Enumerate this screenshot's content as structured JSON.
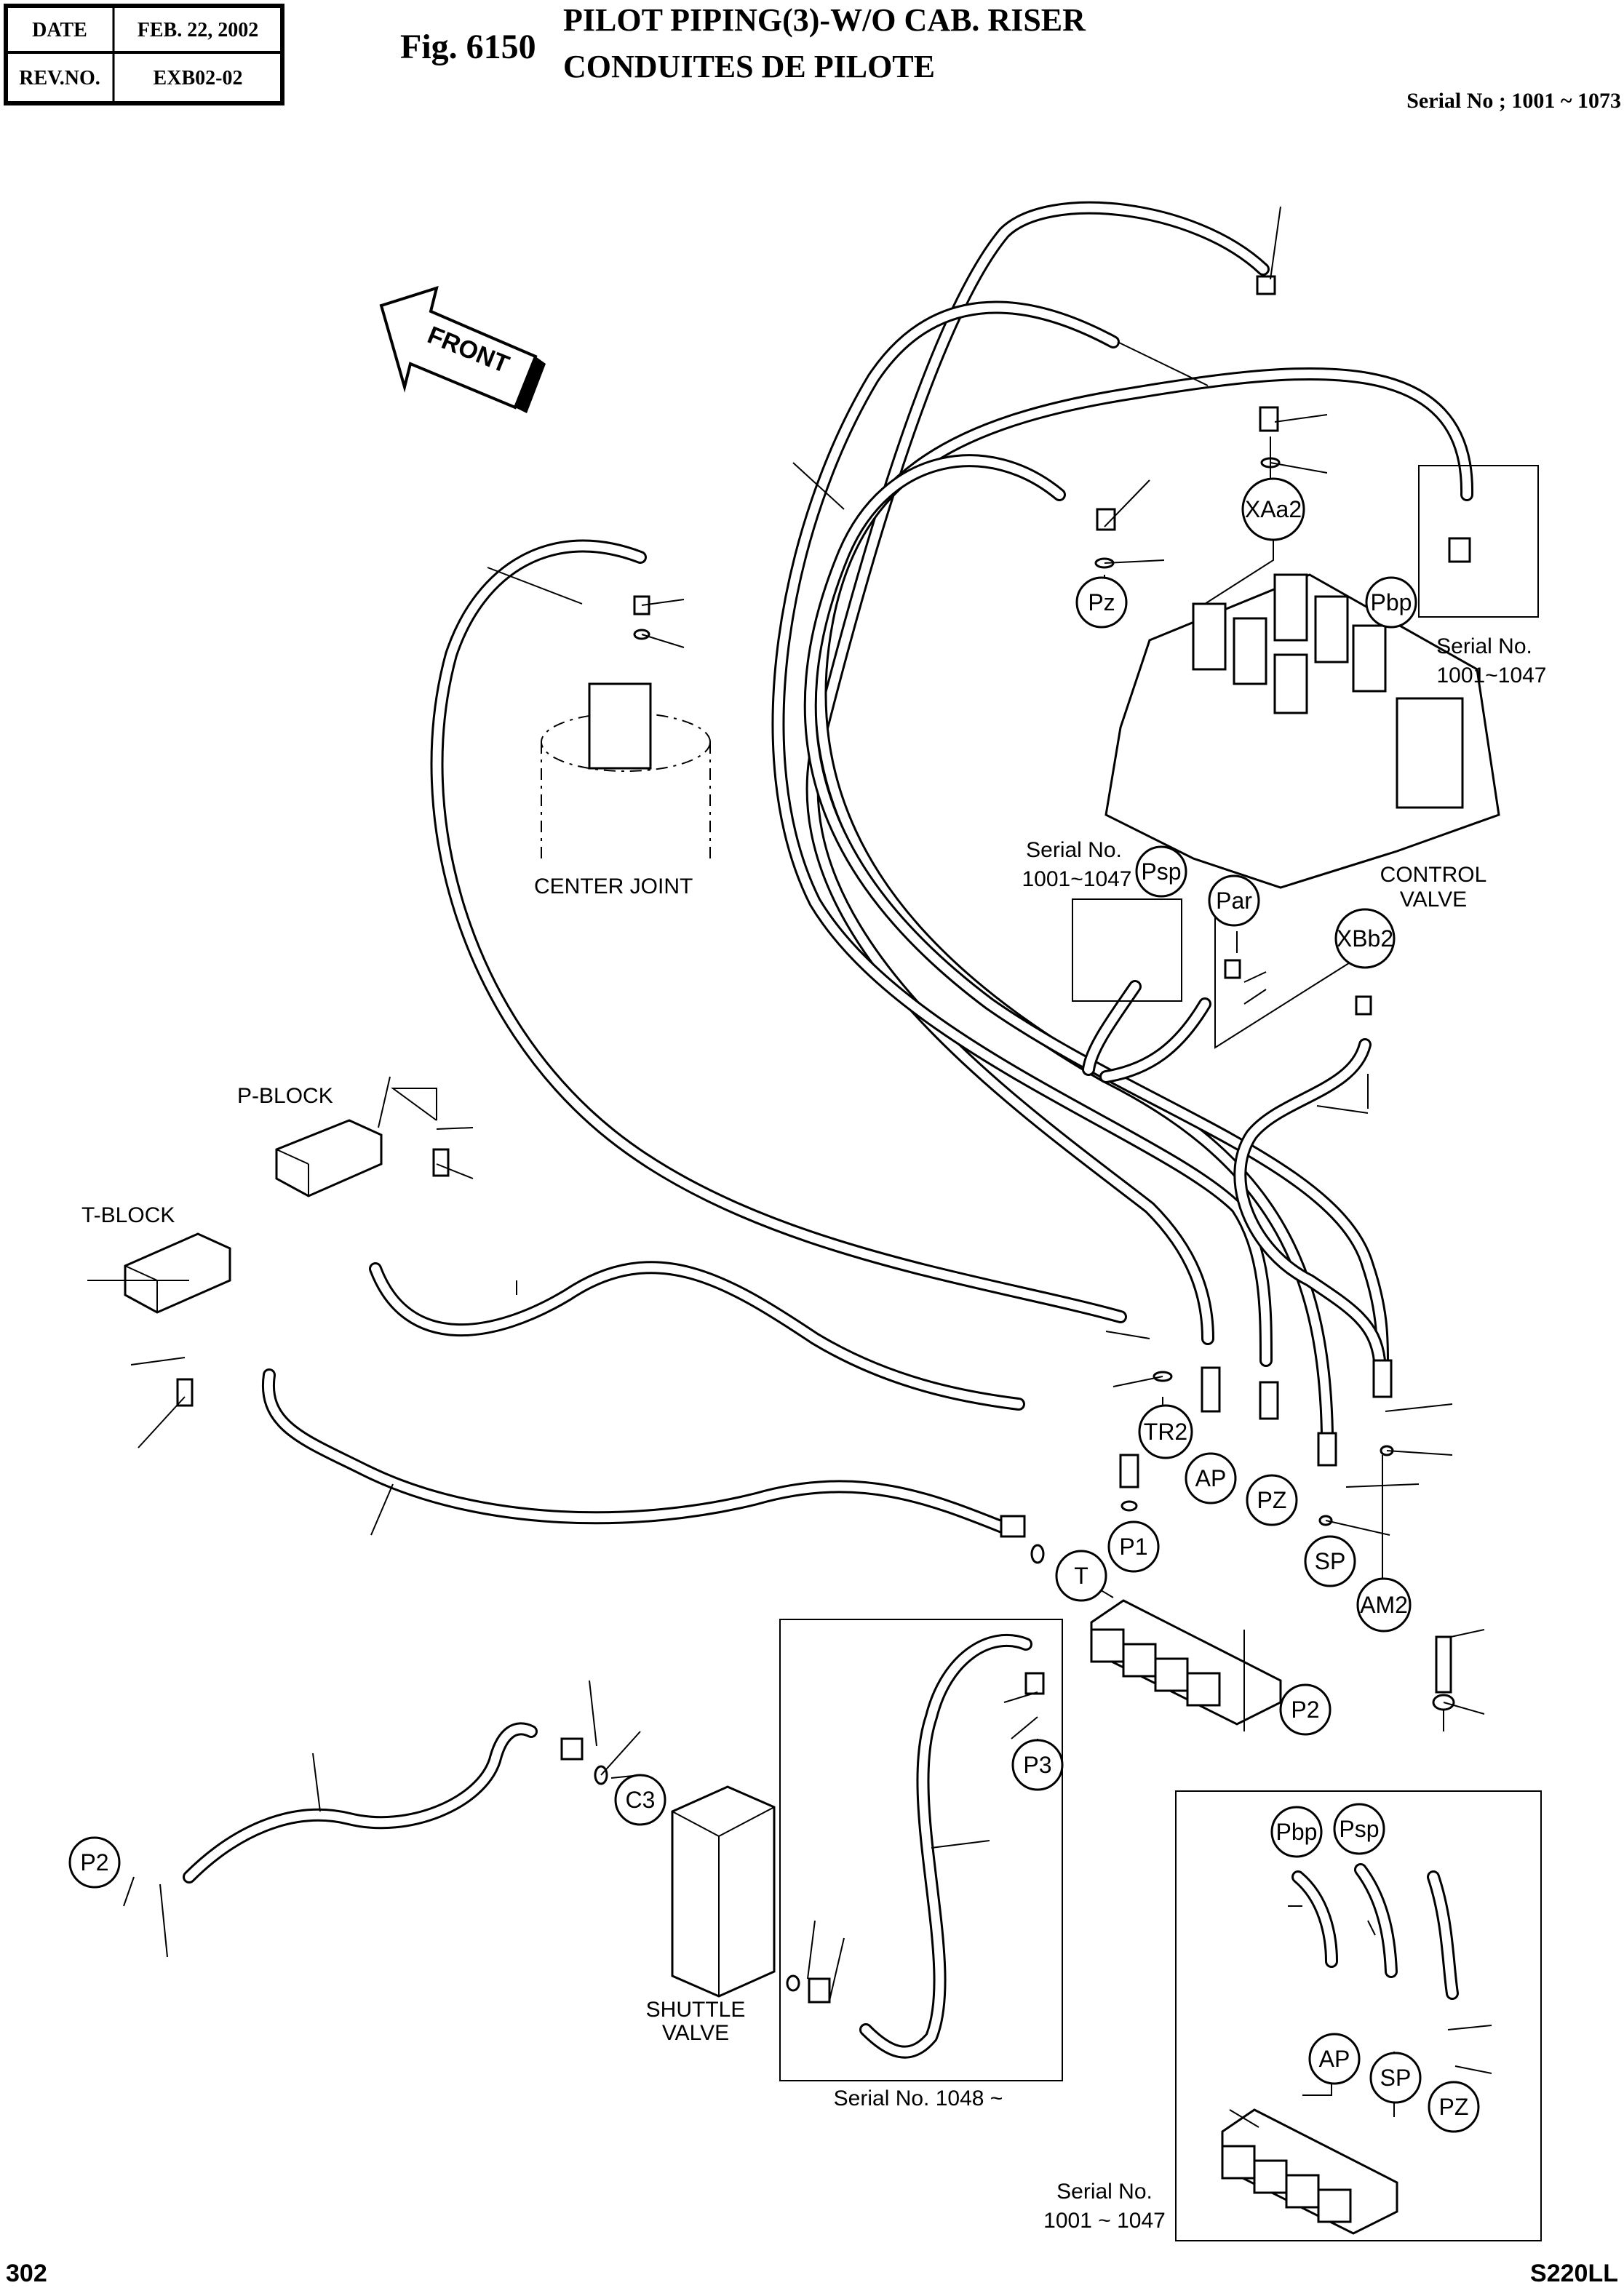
{
  "header": {
    "date_label": "DATE",
    "date_value": "FEB. 22, 2002",
    "rev_label": "REV.NO.",
    "rev_value": "EXB02-02",
    "fig_number": "Fig. 6150",
    "title_en": "PILOT PIPING(3)-W/O CAB. RISER",
    "title_fr": "CONDUITES DE PILOTE",
    "serial_range": "Serial No ; 1001 ~ 1073"
  },
  "labels": {
    "front": "FRONT",
    "center_joint": "CENTER JOINT",
    "control_valve_1": "CONTROL",
    "control_valve_2": "VALVE",
    "p_block": "P-BLOCK",
    "t_block": "T-BLOCK",
    "shuttle_valve_1": "SHUTTLE",
    "shuttle_valve_2": "VALVE",
    "serial_a_1": "Serial No.",
    "serial_a_2": "1001~1047",
    "serial_b_1": "Serial No.",
    "serial_b_2": "1001~1047",
    "serial_c": "Serial No. 1048 ~",
    "serial_d_1": "Serial No.",
    "serial_d_2": "1001 ~ 1047"
  },
  "callouts": [
    "XAa2",
    "Pz",
    "Pbp",
    "Psp",
    "Par",
    "XBb2",
    "TR2",
    "AP",
    "PZ",
    "P1",
    "T",
    "SP",
    "AM2",
    "P2",
    "P3",
    "C3",
    "P2",
    "Pbp",
    "Psp",
    "AP",
    "SP",
    "PZ"
  ],
  "footer": {
    "page_number": "302",
    "model": "S220LL"
  }
}
